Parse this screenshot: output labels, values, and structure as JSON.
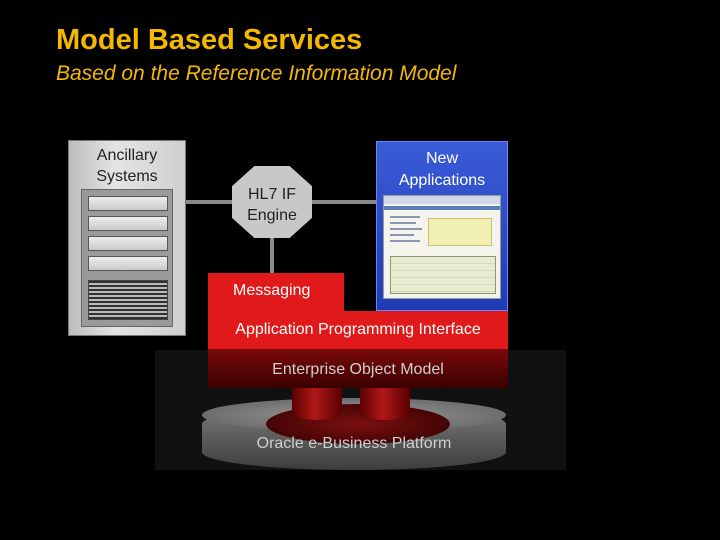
{
  "title": "Model Based Services",
  "subtitle": "Based on the Reference Information Model",
  "ancillary": {
    "label_line1": "Ancillary",
    "label_line2": "Systems"
  },
  "hl7": {
    "label_line1": "HL7 IF",
    "label_line2": "Engine"
  },
  "new_apps": {
    "label_line1": "New",
    "label_line2": "Applications"
  },
  "layers": {
    "messaging": "Messaging",
    "api": "Application Programming Interface",
    "eom": "Enterprise Object Model",
    "platform": "Oracle e-Business Platform"
  },
  "colors": {
    "title": "#f5b800",
    "layer_red": "#e01a1a",
    "new_app_blue": "#2a4ac8",
    "background": "#000000"
  }
}
